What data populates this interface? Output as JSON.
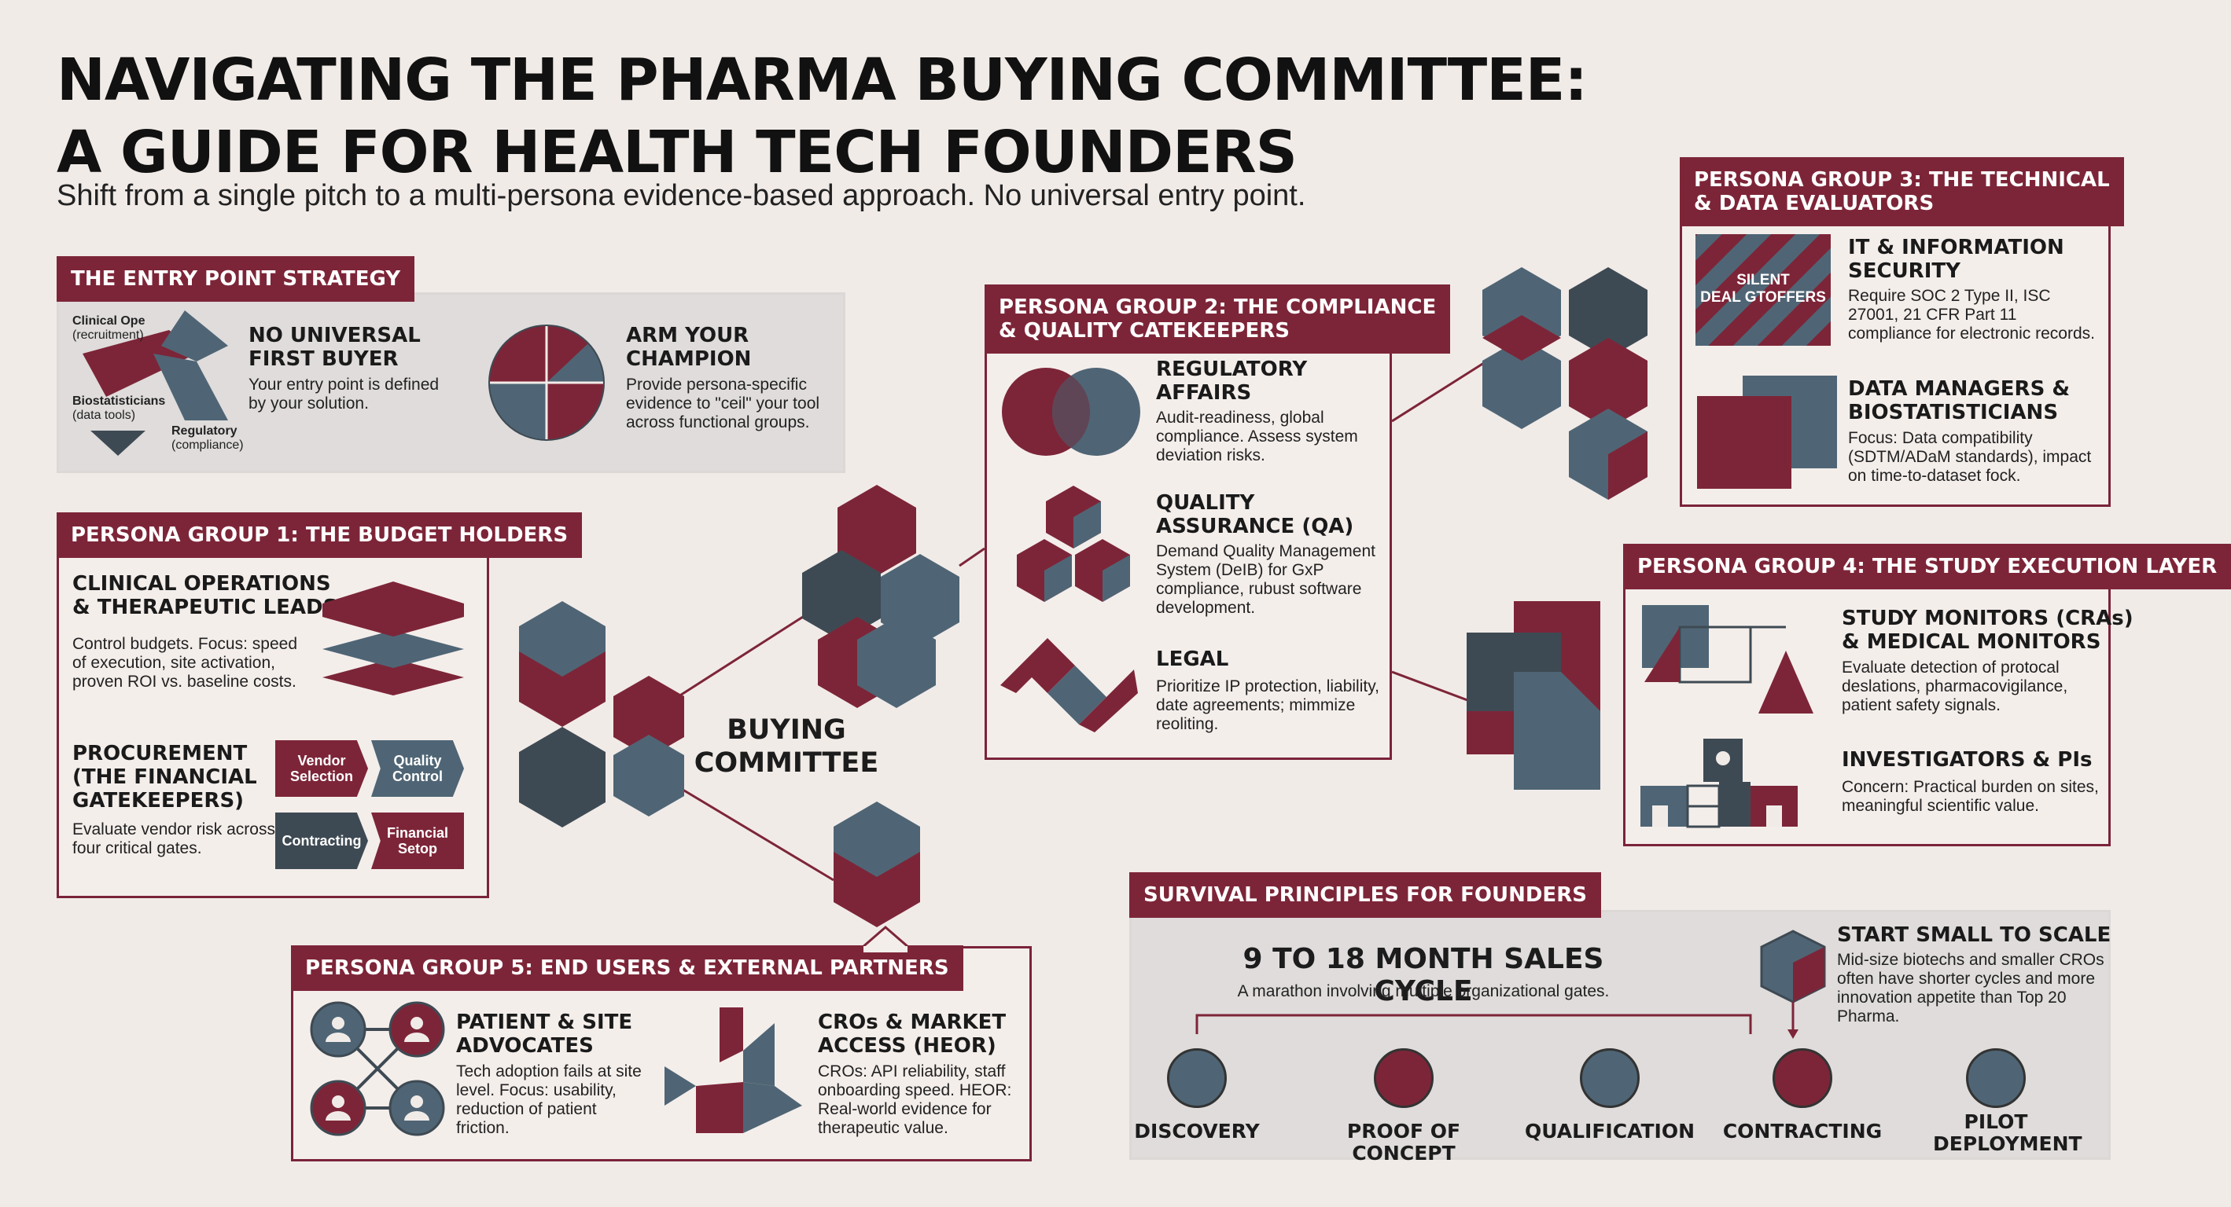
{
  "colors": {
    "maroon": "#7d2538",
    "slate": "#4f6575",
    "dark": "#3e4a53",
    "background": "#f1ebe8"
  },
  "title": {
    "line1": "NAVIGATING THE PHARMA BUYING COMMITTEE:",
    "line2": "A GUIDE  FOR HEALTH TECH FOUNDERS"
  },
  "subtitle": "Shift from a single pitch to a multi-persona evidence-based approach. No universal entry point.",
  "entry": {
    "header": "THE ENTRY POINT STRATEGY",
    "labels": {
      "clinical": "Clinical Ope",
      "clinical_sub": "(recruitment)",
      "biostat": "Biostatisticians",
      "biostat_sub": "(data tools)",
      "regulatory": "Regulatory",
      "regulatory_sub": "(compliance)"
    },
    "no_universal": {
      "title1": "NO UNIVERSAL",
      "title2": "FIRST BUYER",
      "text": "Your entry point is defined by your solution."
    },
    "champion": {
      "title1": "ARM YOUR",
      "title2": "CHAMPION",
      "text": "Provide persona-specific evidence to \"ceil\" your tool across functional groups."
    }
  },
  "group1": {
    "header": "PERSONA GROUP 1: THE BUDGET HOLDERS",
    "clinical": {
      "title1": "CLINICAL OPERATIONS",
      "title2": "& THERAPEUTIC LEADS",
      "text": "Control budgets. Focus: speed of execution, site activation, proven ROI vs. baseline costs."
    },
    "procurement": {
      "title1": "PROCUREMENT",
      "title2": "(THE FINANCIAL",
      "title3": "GATEKEEPERS)",
      "text": "Evaluate vendor risk across four critical gates."
    },
    "gates": [
      "Vendor Selection",
      "Quality Control",
      "Contracting",
      "Financial Setop"
    ]
  },
  "center": {
    "line1": "BUYING",
    "line2": "COMMITTEE"
  },
  "group2": {
    "header1": "PERSONA GROUP 2: THE COMPLIANCE",
    "header2": "& QUALITY CATEKEEPERS",
    "regulatory": {
      "title1": "REGULATORY",
      "title2": "AFFAIRS",
      "text": "Audit-readiness, global compliance. Assess system deviation risks."
    },
    "qa": {
      "title1": "QUALITY",
      "title2": "ASSURANCE (QA)",
      "text": "Demand Quality Management System (DeIB) for GxP compliance, rubust software development."
    },
    "legal": {
      "title1": "LEGAL",
      "text": "Prioritize IP protection, liability, date agreements; mimmize reoliting."
    }
  },
  "group3": {
    "header1": "PERSONA GROUP 3: THE TECHNICAL",
    "header2": "& DATA EVALUATORS",
    "badge1": "SILENT",
    "badge2": "DEAL GTOFFERS",
    "it": {
      "title1": "IT & INFORMATION",
      "title2": "SECURITY",
      "text": "Require SOC 2 Type II, ISC 27001, 21 CFR Part 11 compliance for electronic records."
    },
    "data": {
      "title1": "DATA MANAGERS &",
      "title2": "BIOSTATISTICIANS",
      "text": "Focus: Data compatibility (SDTM/ADaM standards), impact on time-to-dataset fock."
    }
  },
  "group4": {
    "header": "PERSONA GROUP 4: THE STUDY EXECUTION LAYER",
    "monitors": {
      "title1": "STUDY MONITORS (CRAs)",
      "title2": "& MEDICAL MONITORS",
      "text": "Evaluate detection of protocal deslations, pharmacovigilance, patient safety signals."
    },
    "investigators": {
      "title1": "INVESTIGATORS & PIs",
      "text": "Concern: Practical burden on sites, meaningful scientific value."
    }
  },
  "group5": {
    "header": "PERSONA GROUP 5: END USERS & EXTERNAL PARTNERS",
    "patient": {
      "title1": "PATIENT & SITE",
      "title2": "ADVOCATES",
      "text": "Tech adoption fails at site level. Focus: usability, reduction of patient friction."
    },
    "cros": {
      "title1": "CROs & MARKET",
      "title2": "ACCESS (HEOR)",
      "text": "CROs: API reliability, staff onboarding speed. HEOR: Real-world evidence for therapeutic value."
    }
  },
  "survival": {
    "header": "SURVIVAL PRINCIPLES FOR FOUNDERS",
    "cycle_title": "9 TO 18 MONTH SALES CYCLE",
    "cycle_sub": "A marathon involving multiple organizational gates.",
    "start": {
      "title": "START SMALL TO SCALE",
      "text": "Mid-size biotechs and smaller CROs often have shorter cycles and more innovation appetite than Top 20 Pharma."
    },
    "steps": [
      {
        "label": "DISCOVERY",
        "color": "#4f6575"
      },
      {
        "label": "PROOF OF CONCEPT",
        "color": "#7d2538"
      },
      {
        "label": "QUALIFICATION",
        "color": "#4f6575"
      },
      {
        "label": "CONTRACTING",
        "color": "#7d2538"
      },
      {
        "label": "PILOT DEPLOYMENT",
        "color": "#4f6575"
      }
    ]
  }
}
